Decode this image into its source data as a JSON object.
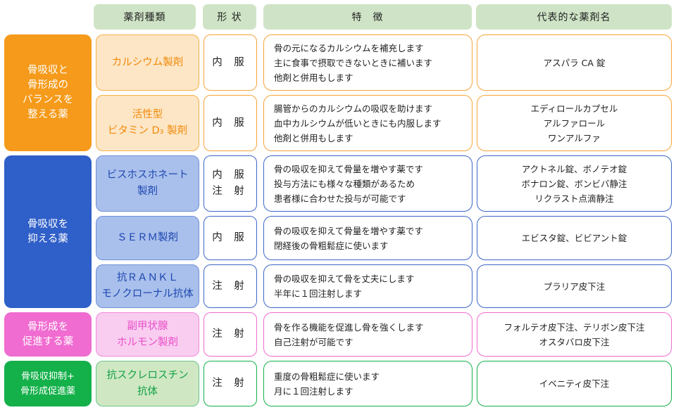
{
  "headers": {
    "drug_type": "薬剤種類",
    "form": "形 状",
    "feature": "特　徴",
    "names": "代表的な薬剤名"
  },
  "colors": {
    "header_bg": "#cfe4c6",
    "orange": "#f59a1a",
    "orange_light": "#fde6c6",
    "blue": "#2f5fc8",
    "blue_light": "#a9c0ec",
    "pink": "#f06cd0",
    "pink_light": "#f9cdf0",
    "green": "#14b04a",
    "green_light": "#cfe8c3"
  },
  "categories": [
    {
      "lines": [
        "骨吸収と",
        "骨形成の",
        "バランスを",
        "整える薬"
      ]
    },
    {
      "lines": [
        "骨吸収を",
        "抑える薬"
      ]
    },
    {
      "lines": [
        "骨形成を",
        "促進する薬"
      ]
    },
    {
      "lines": [
        "骨吸収抑制+",
        "骨形成促進薬"
      ]
    }
  ],
  "rows": [
    {
      "drug": [
        "カルシウム製剤"
      ],
      "form": [
        "内 服"
      ],
      "features": [
        "骨の元になるカルシウムを補充します",
        "主に食事で摂取できないときに補います",
        "他剤と併用もします"
      ],
      "names": [
        "アスパラ CA 錠"
      ]
    },
    {
      "drug": [
        "活性型",
        "ビタミン D₃ 製剤"
      ],
      "form": [
        "内 服"
      ],
      "features": [
        "腸管からのカルシウムの吸収を助けます",
        "血中カルシウムが低いときにも内服します",
        "他剤と併用もします"
      ],
      "names": [
        "エディロールカプセル",
        "アルファロール",
        "ワンアルファ"
      ]
    },
    {
      "drug": [
        "ビスホスホネート",
        "製剤"
      ],
      "form": [
        "内 服",
        "注 射"
      ],
      "features": [
        "骨の吸収を抑えて骨量を増やす薬です",
        "投与方法にも様々な種類があるため",
        "患者様に合わせた投与が可能です"
      ],
      "names": [
        "アクトネル錠、ボノテオ錠",
        "ボナロン錠、ボンビバ静注",
        "リクラスト点滴静注"
      ]
    },
    {
      "drug": [
        "ＳＥＲＭ製剤"
      ],
      "form": [
        "内 服"
      ],
      "features": [
        "骨の吸収を抑えて骨量を増やす薬です",
        "閉経後の骨粗鬆症に使います"
      ],
      "names": [
        "エビスタ錠、ビビアント錠"
      ]
    },
    {
      "drug": [
        "抗ＲＡＮＫＬ",
        "モノクローナル抗体"
      ],
      "form": [
        "注 射"
      ],
      "features": [
        "骨の吸収を抑えて骨を丈夫にします",
        "半年に１回注射します"
      ],
      "names": [
        "プラリア皮下注"
      ]
    },
    {
      "drug": [
        "副甲状腺",
        "ホルモン製剤"
      ],
      "form": [
        "注 射"
      ],
      "features": [
        "骨を作る機能を促進し骨を強くします",
        "自己注射が可能です"
      ],
      "names": [
        "フォルテオ皮下注、テリボン皮下注",
        "オスタバロ皮下注"
      ]
    },
    {
      "drug": [
        "抗スクレロスチン",
        "抗体"
      ],
      "form": [
        "注 射"
      ],
      "features": [
        "重度の骨粗鬆症に使います",
        "月に１回注射します"
      ],
      "names": [
        "イベニティ皮下注"
      ]
    }
  ]
}
